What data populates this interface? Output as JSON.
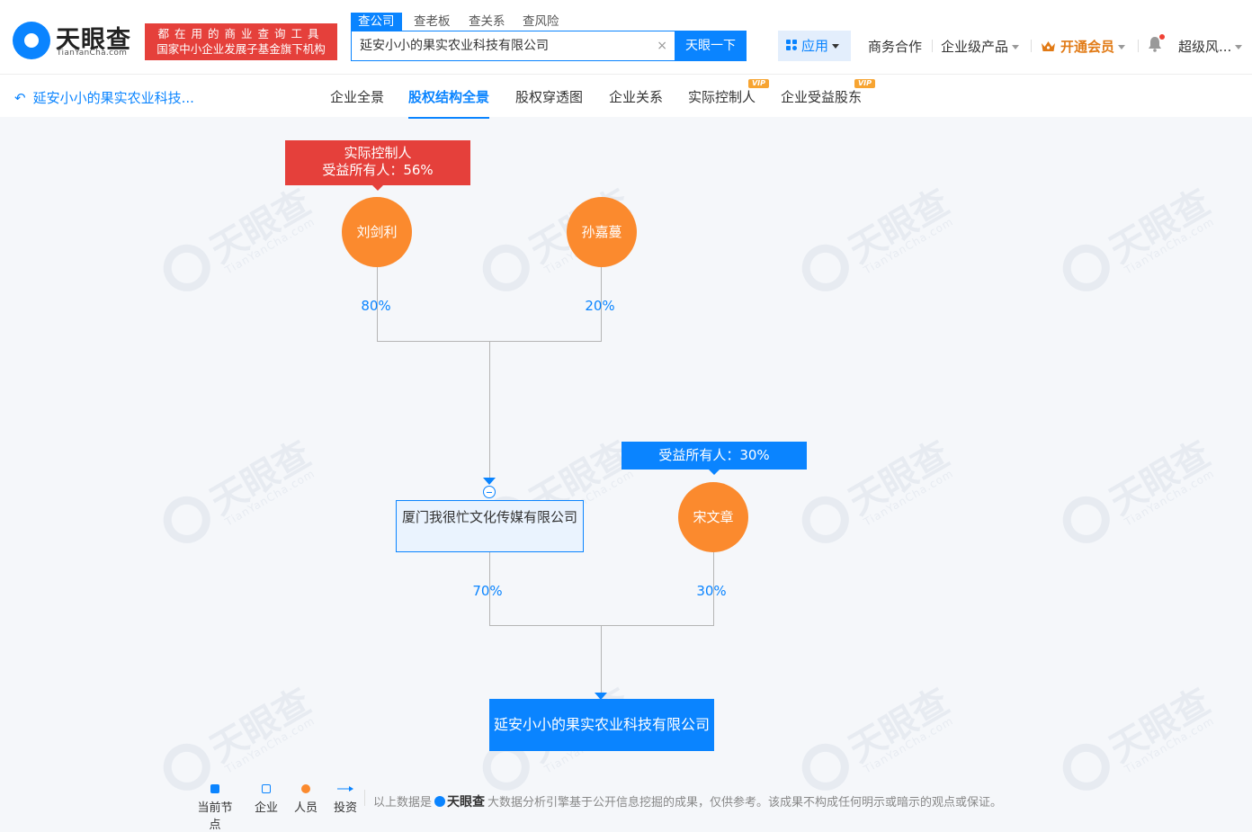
{
  "header": {
    "logo_cn": "天眼查",
    "logo_en": "TianYanCha.com",
    "slogan_line1": "都在用的商业查询工具",
    "slogan_line2": "国家中小企业发展子基金旗下机构",
    "search_tabs": [
      "查公司",
      "查老板",
      "查关系",
      "查风险"
    ],
    "search_value": "延安小小的果实农业科技有限公司",
    "search_clear": "×",
    "search_button": "天眼一下",
    "app_button": "应用",
    "nav": {
      "business": "商务合作",
      "enterprise": "企业级产品",
      "vip": "开通会员",
      "user": "超级风..."
    }
  },
  "subnav": {
    "back_label": "延安小小的果实农业科技...",
    "tabs": [
      "企业全景",
      "股权结构全景",
      "股权穿透图",
      "企业关系",
      "实际控制人",
      "企业受益股东"
    ],
    "active_tab": "股权结构全景",
    "vip_badge": "VIP"
  },
  "graph": {
    "controller_label_line1": "实际控制人",
    "controller_label_line2": "受益所有人：56%",
    "persons": {
      "liu": "刘剑利",
      "sun": "孙嘉蔓",
      "song": "宋文章"
    },
    "song_label": "受益所有人：30%",
    "edges": {
      "liu_pct": "80%",
      "sun_pct": "20%",
      "xiamen_pct": "70%",
      "song_pct": "30%"
    },
    "xiamen_company": "厦门我很忙文化传媒有限公司",
    "target_company": "延安小小的果实农业科技有限公司"
  },
  "legend": {
    "items": [
      "当前节点",
      "企业",
      "人员",
      "投资"
    ],
    "disclaimer_prefix": "以上数据是",
    "disclaimer_logo": "天眼查",
    "disclaimer_suffix": "大数据分析引擎基于公开信息挖掘的成果，仅供参考。该成果不构成任何明示或暗示的观点或保证。"
  },
  "watermark": {
    "cn": "天眼查",
    "en": "TianYanCha.com"
  },
  "colors": {
    "brand_blue": "#0a84ff",
    "person_orange": "#fb8a2e",
    "controller_red": "#e5403b"
  }
}
